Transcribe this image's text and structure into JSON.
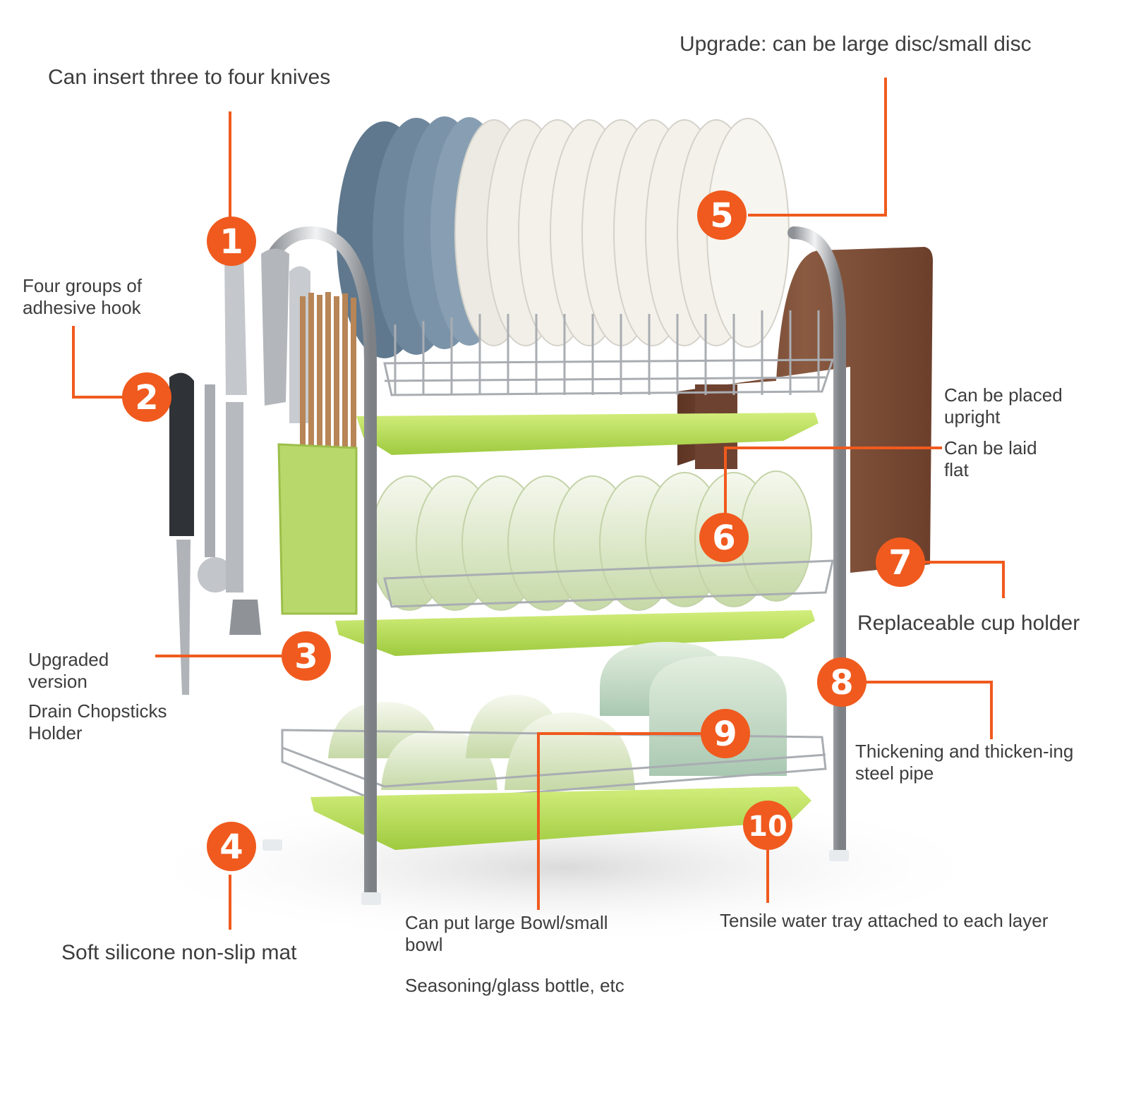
{
  "callouts": [
    {
      "number": "1",
      "text": "Can insert three to four knives"
    },
    {
      "number": "2",
      "text": "Four groups of adhesive hook"
    },
    {
      "number": "3",
      "text": "Upgraded version",
      "text2": "Drain Chopsticks Holder"
    },
    {
      "number": "4",
      "text": "Soft silicone non-slip mat"
    },
    {
      "number": "5",
      "text": "Upgrade: can be large disc/small disc"
    },
    {
      "number": "6",
      "text": "Can be placed upright",
      "text2": "Can be laid flat"
    },
    {
      "number": "7",
      "text": "Replaceable cup holder"
    },
    {
      "number": "8",
      "text": "Thickening and thicken-ing steel pipe"
    },
    {
      "number": "9",
      "text": "Can put large Bowl/small bowl",
      "text2": "Seasoning/glass bottle, etc"
    },
    {
      "number": "10",
      "text": "Tensile water tray attached to each layer"
    }
  ],
  "colors": {
    "accent": "#f05a1e",
    "tray_green": "#b5dc52",
    "plate_blue": "#6f879c",
    "plate_white": "#f3f1ea",
    "bowl_green": "#c9dcae",
    "board_brown": "#7a4a34",
    "steel": "#b9bcc0"
  }
}
